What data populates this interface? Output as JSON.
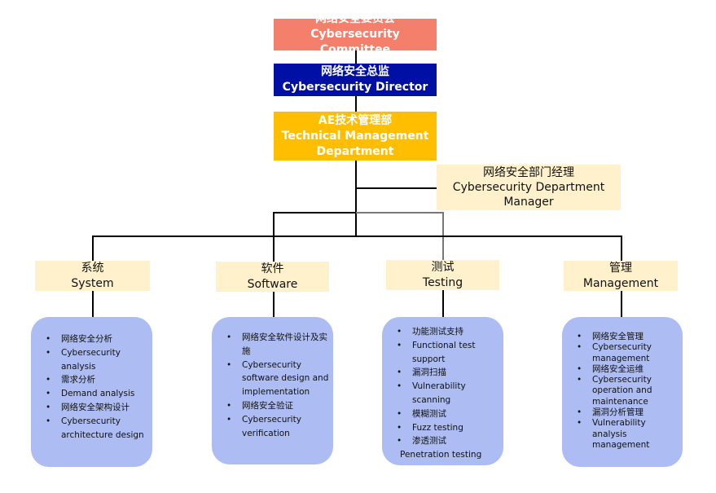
{
  "colors": {
    "committee": "#f47f6b",
    "director": "#0010a4",
    "department": "#ffbf00",
    "category_fill": "#fff1cc",
    "list_fill": "#adbdf3"
  },
  "committee": {
    "zh": "网络安全委员会",
    "en": "Cybersecurity Committee"
  },
  "director": {
    "zh": "网络安全总监",
    "en": "Cybersecurity Director"
  },
  "department": {
    "zh": "AE技术管理部",
    "en1": "Technical Management",
    "en2": "Department"
  },
  "manager": {
    "zh": "网络安全部门经理",
    "en1": "Cybersecurity Department",
    "en2": "Manager"
  },
  "categories": [
    {
      "zh": "系统",
      "en": "System",
      "items": [
        "网络安全分析",
        "Cybersecurity analysis",
        "需求分析",
        "Demand analysis",
        "网络安全架构设计",
        "Cybersecurity architecture design"
      ]
    },
    {
      "zh": "软件",
      "en": "Software",
      "items": [
        "网络安全软件设计及实施",
        "Cybersecurity software design and implementation",
        "网络安全验证",
        "Cybersecurity verification"
      ]
    },
    {
      "zh": "测试",
      "en": "Testing",
      "items": [
        "功能测试支持",
        "Functional test support",
        "漏洞扫描",
        "Vulnerability scanning",
        "模糊测试",
        "Fuzz testing",
        "渗透测试",
        "Penetration testing"
      ]
    },
    {
      "zh": "管理",
      "en": "Management",
      "items": [
        "网络安全管理",
        "Cybersecurity management",
        "网络安全运维",
        "Cybersecurity operation and maintenance",
        "漏洞分析管理",
        "Vulnerability analysis management"
      ]
    }
  ]
}
